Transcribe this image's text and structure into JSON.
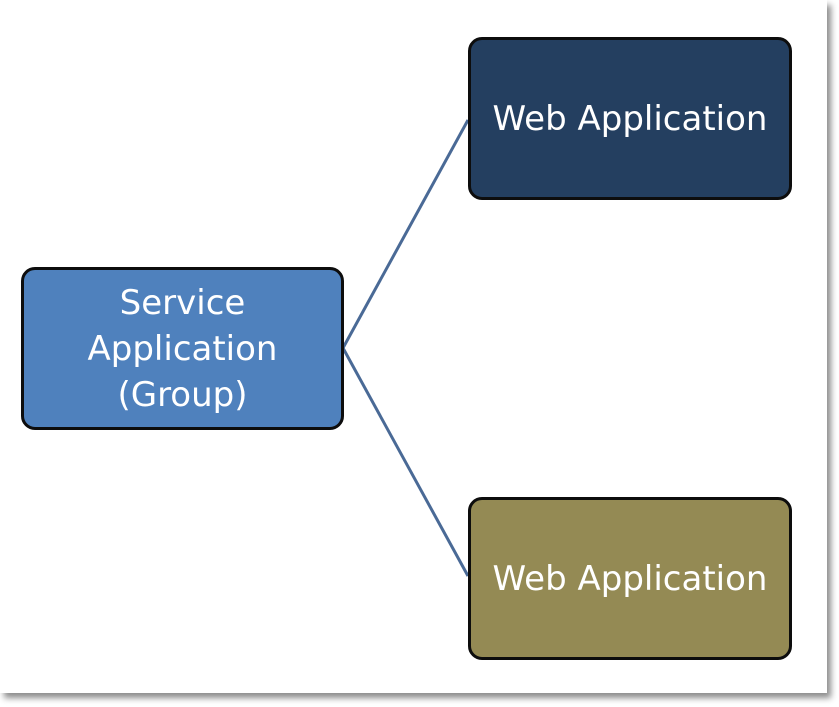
{
  "diagram": {
    "source": {
      "lines": [
        "Service",
        "Application",
        "(Group)"
      ],
      "fill": "#4f81bd"
    },
    "targets": [
      {
        "label": "Web Application",
        "fill": "#243f60"
      },
      {
        "label": "Web Application",
        "fill": "#948a54"
      }
    ],
    "connector_color": "#4a6a96"
  }
}
